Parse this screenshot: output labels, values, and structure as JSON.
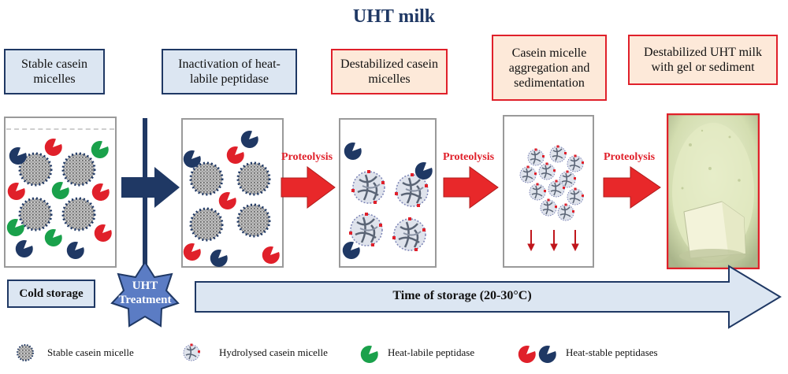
{
  "title": "UHT milk",
  "stages": {
    "stable": "Stable casein micelles",
    "inactivation": "Inactivation  of heat-labile  peptidase",
    "destabilized": "Destabilized casein micelles",
    "aggregation": "Casein micelle aggregation and sedimentation",
    "gel": "Destabilized UHT milk with gel or sediment"
  },
  "proteolysis_label": "Proteolysis",
  "cold_storage": "Cold storage",
  "uht_line1": "UHT",
  "uht_line2": "Treatment",
  "time_label": "Time of storage (20-30°C)",
  "legend": {
    "stable": "Stable casein micelle",
    "hydrolysed": "Hydrolysed casein micelle",
    "heat_labile": "Heat-labile peptidase",
    "heat_stable": "Heat-stable peptidases"
  },
  "colors": {
    "navy": "#1f3864",
    "red": "#e0202a",
    "green": "#1aa14b",
    "light_blue": "#dce6f2",
    "light_peach": "#fde9d9"
  }
}
